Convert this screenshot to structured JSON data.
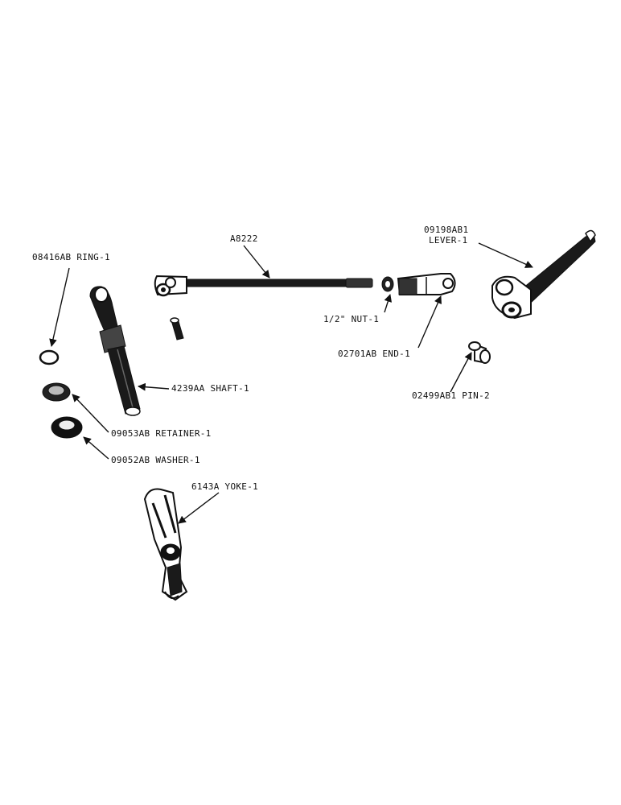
{
  "labels": {
    "rod": "A8222",
    "lever_part": "09198AB1",
    "lever_name": "LEVER-1",
    "ring": "08416AB RING-1",
    "shaft": "4239AA SHAFT-1",
    "retainer": "09053AB RETAINER-1",
    "washer": "09052AB WASHER-1",
    "nut": "1/2\" NUT-1",
    "end": "02701AB END-1",
    "pin": "02499AB1 PIN-2",
    "yoke": "6143A YOKE-1"
  }
}
